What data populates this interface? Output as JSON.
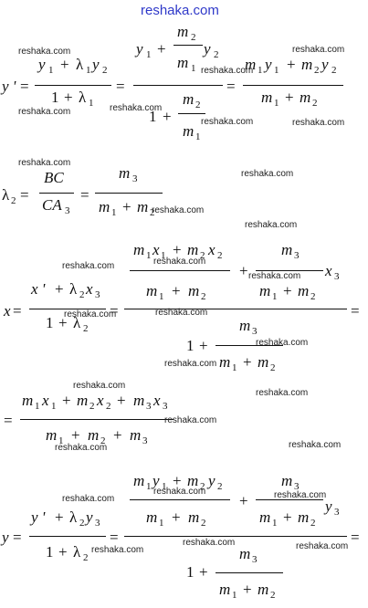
{
  "brand": "reshaka.com",
  "watermark": "reshaka.com",
  "sym": {
    "y": "y",
    "x": "x",
    "yp": "y '",
    "xp": "x '",
    "eq": "=",
    "plus": "+",
    "one": "1",
    "lam": "λ",
    "m": "m",
    "BC": "BC",
    "CA": "CA",
    "i1": "1",
    "i2": "2",
    "i3": "3"
  }
}
